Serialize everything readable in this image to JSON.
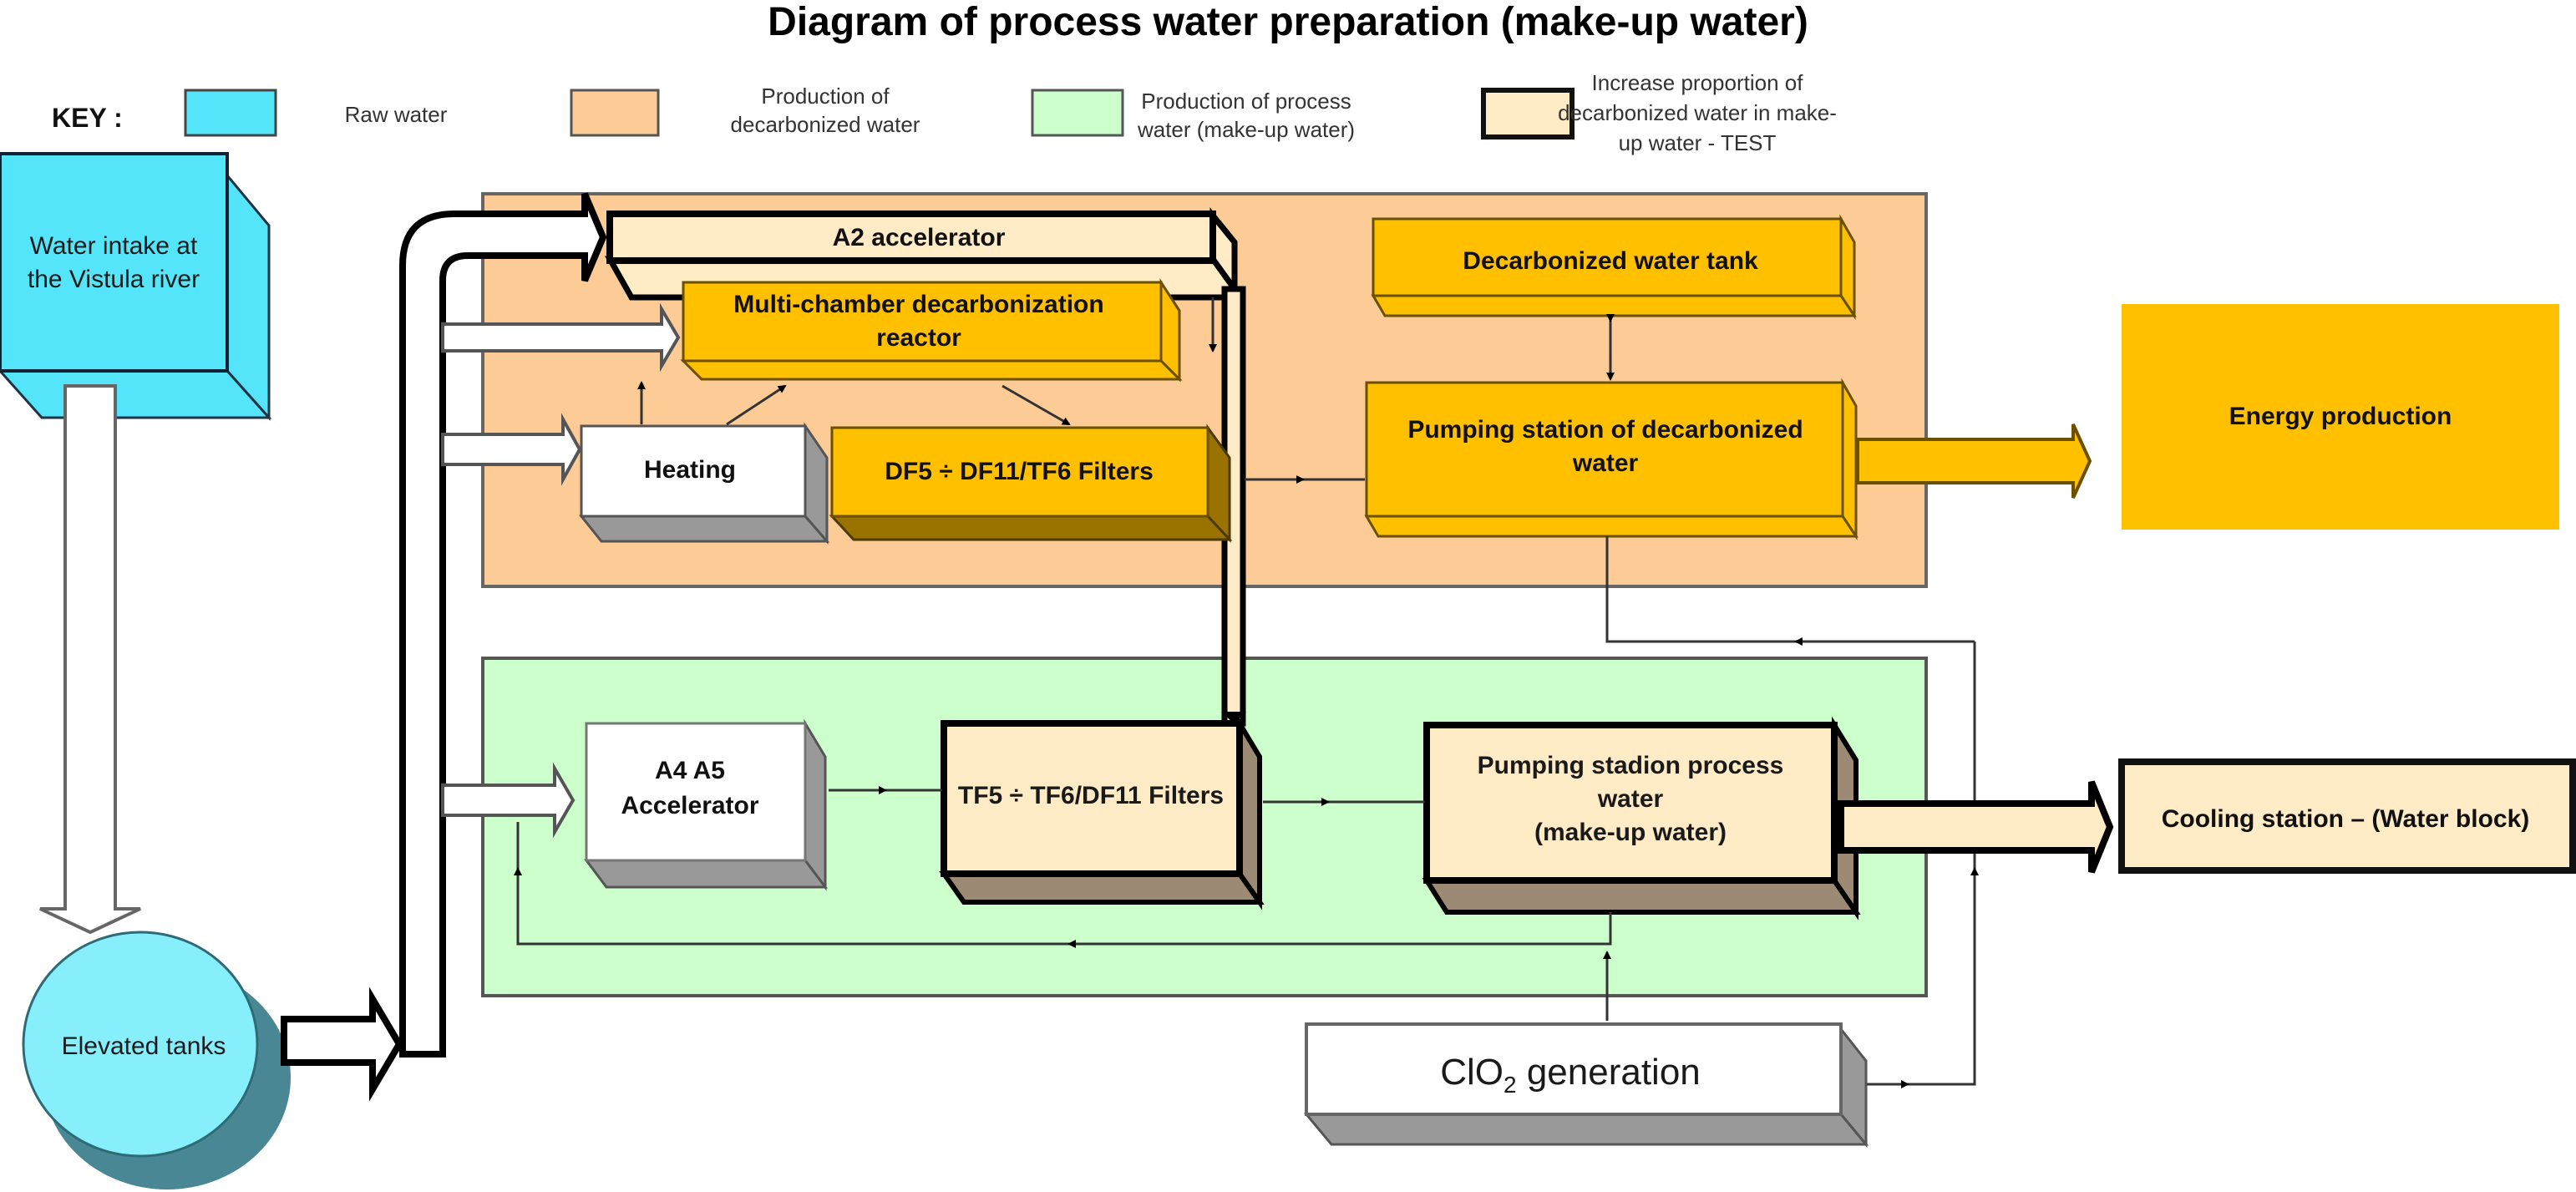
{
  "title": "Diagram of process water preparation (make-up water)",
  "key": {
    "label": "KEY :",
    "items": [
      {
        "name": "raw-water",
        "lines": [
          "Raw water"
        ],
        "color": "#55E5FA"
      },
      {
        "name": "decarbonized",
        "lines": [
          "Production of",
          "decarbonized water"
        ],
        "color": "#FCCB96"
      },
      {
        "name": "process-water",
        "lines": [
          "Production of process",
          "water (make-up water)"
        ],
        "color": "#CCFFCC"
      },
      {
        "name": "test",
        "lines": [
          "Increase proportion of",
          "decarbonized water in make-",
          "up water - TEST"
        ],
        "color": "#FFEBC6"
      }
    ]
  },
  "nodes": {
    "water_intake": {
      "lines": [
        "Water intake at",
        "the Vistula river"
      ]
    },
    "elevated_tanks": {
      "label": "Elevated tanks"
    },
    "a2_accelerator": {
      "label": "A2 accelerator"
    },
    "reactor": {
      "lines": [
        "Multi-chamber decarbonization",
        "reactor"
      ]
    },
    "heating": {
      "label": "Heating"
    },
    "df_filters": {
      "label": "DF5 ÷ DF11/TF6 Filters"
    },
    "decarb_tank": {
      "label": "Decarbonized water tank"
    },
    "decarb_pumping": {
      "lines": [
        "Pumping station of decarbonized",
        "water"
      ]
    },
    "energy": {
      "label": "Energy production"
    },
    "a4a5": {
      "lines": [
        "A4 A5",
        "Accelerator"
      ]
    },
    "tf_filters": {
      "label": "TF5 ÷ TF6/DF11 Filters"
    },
    "process_pumping": {
      "lines": [
        "Pumping stadion process",
        "water",
        "(make-up water)"
      ]
    },
    "cooling": {
      "label": "Cooling station – (Water block)"
    },
    "clo2": {
      "prefix": "ClO",
      "sub": "2",
      "suffix": " generation"
    }
  },
  "colors": {
    "raw": "#55E5FA",
    "tank": "#87EEFB",
    "decarb_zone": "#FCCB96",
    "process_zone": "#CCFFCC",
    "test": "#FFEBC6",
    "gold": "#FFC000",
    "gold_dark": "#9A7200"
  }
}
